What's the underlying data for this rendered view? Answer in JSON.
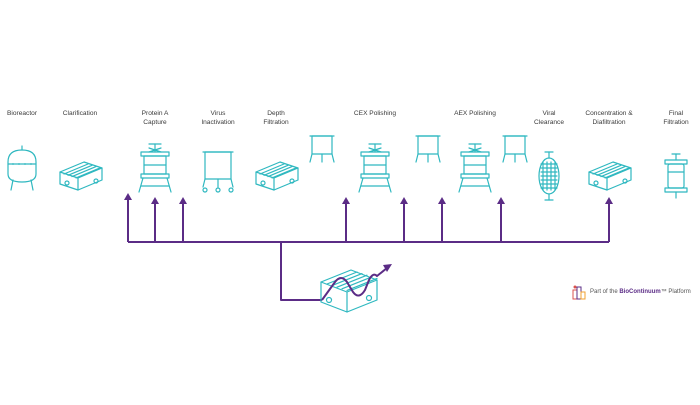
{
  "colors": {
    "teal": "#2fb8c0",
    "purple": "#5b2c86",
    "text": "#3a3a3a",
    "badge_red": "#d9534f",
    "badge_orange": "#f0a030"
  },
  "steps": [
    {
      "label": "Bioreactor",
      "icon": "bioreactor-icon"
    },
    {
      "label": "Clarification",
      "icon": "cassette-filter-icon"
    },
    {
      "label": "Protein A\nCapture",
      "icon": "chromatography-column-icon"
    },
    {
      "label": "Virus\nInactivation",
      "icon": "tank-icon"
    },
    {
      "label": "Depth\nFiltration",
      "icon": "cassette-filter-icon"
    },
    {
      "label": "",
      "icon": "tank-icon"
    },
    {
      "label": "CEX Polishing",
      "icon": "chromatography-column-icon"
    },
    {
      "label": "",
      "icon": "tank-icon"
    },
    {
      "label": "AEX Polishing",
      "icon": "chromatography-column-icon"
    },
    {
      "label": "",
      "icon": "tank-icon"
    },
    {
      "label": "Viral\nClearance",
      "icon": "virus-filter-icon"
    },
    {
      "label": "Concentration &\nDiafiltration",
      "icon": "cassette-filter-icon"
    },
    {
      "label": "Final\nFiltration",
      "icon": "capsule-filter-icon"
    }
  ],
  "central_unit": {
    "icon": "continuous-cassette-icon"
  },
  "badge": {
    "prefix": "Part of the ",
    "brand": "BioContinuum",
    "suffix": "™ Platform",
    "icon": "biocontinuum-logo-icon"
  }
}
